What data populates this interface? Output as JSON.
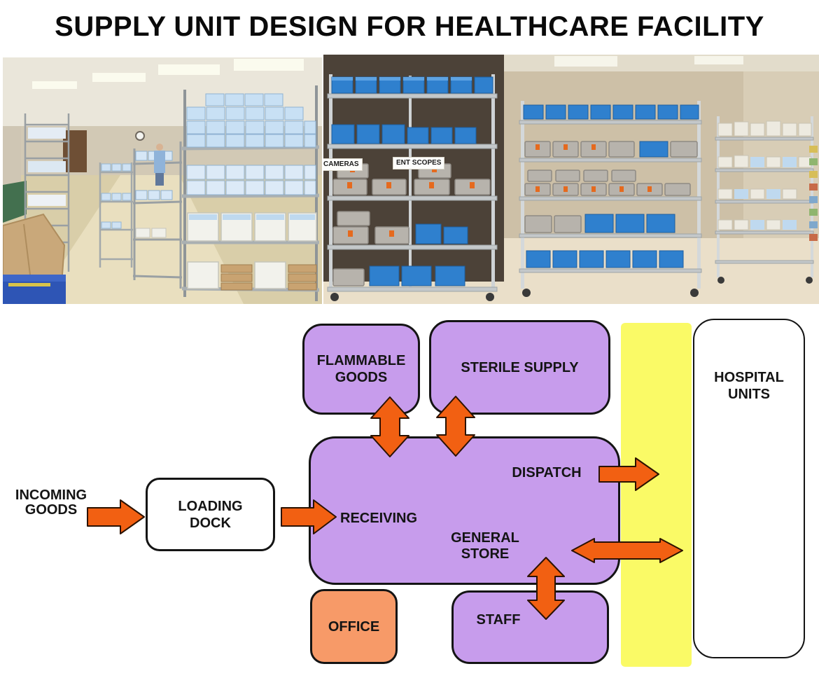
{
  "title": "SUPPLY UNIT DESIGN FOR HEALTHCARE FACILITY",
  "colors": {
    "purple": "#C79CEC",
    "yellow": "#FAFA66",
    "arrow": "#F26012",
    "arrow_border": "#2B1200",
    "office": "#F79A68",
    "ink": "#141414",
    "box_white": "#FFFFFF"
  },
  "photos": {
    "right": {
      "shelf_labels": {
        "cameras": "CAMERAS",
        "ent_scopes": "ENT SCOPES"
      }
    }
  },
  "diagram": {
    "incoming_goods": {
      "line1": "INCOMING",
      "line2": "GOODS"
    },
    "loading_dock": {
      "line1": "LOADING",
      "line2": "DOCK"
    },
    "flammable_goods": {
      "line1": "FLAMMABLE",
      "line2": "GOODS"
    },
    "sterile_supply": {
      "label": "STERILE SUPPLY"
    },
    "main_store": {
      "receiving": "RECEIVING",
      "general_store_line1": "GENERAL",
      "general_store_line2": "STORE",
      "dispatch": "DISPATCH"
    },
    "staff": {
      "label": "STAFF"
    },
    "office": {
      "label": "OFFICE"
    },
    "hospital_units": {
      "line1": "HOSPITAL",
      "line2": "UNITS"
    }
  }
}
